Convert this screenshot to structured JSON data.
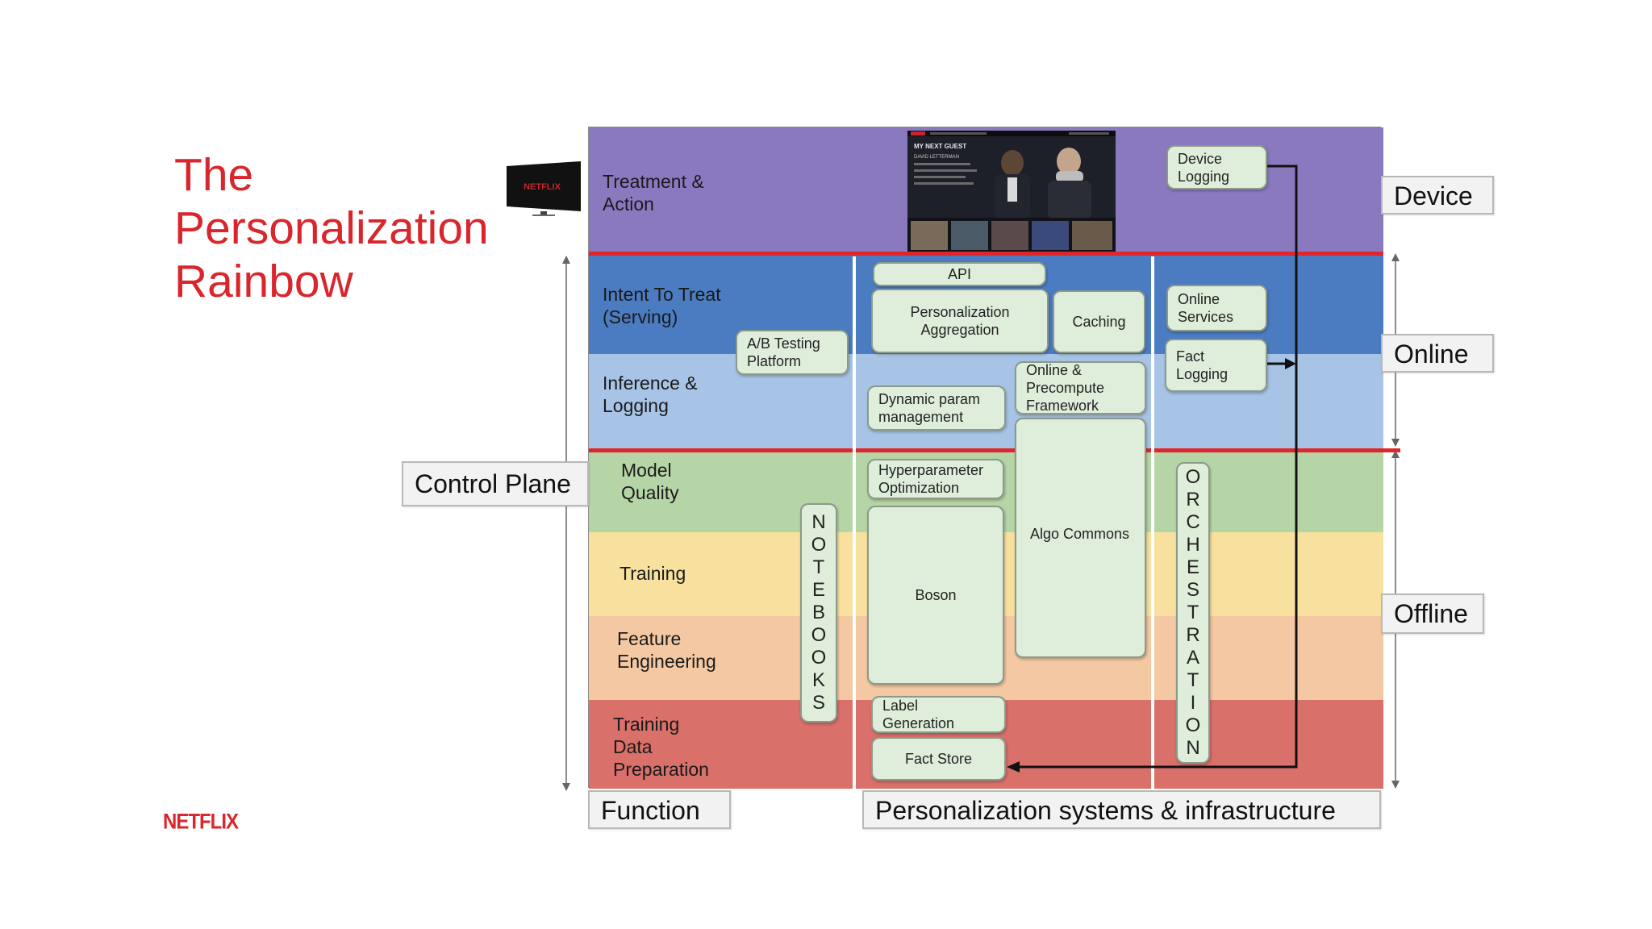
{
  "title": "The\nPersonalization\nRainbow",
  "footer_logo": "NETFLIX",
  "tv_logo": "NETFLIX",
  "colors": {
    "brand_red": "#d9262c",
    "device_band": "#8b79c0",
    "serving_band": "#4b7cc2",
    "inference_band": "#a7c4e6",
    "model_quality_band": "#b6d5a6",
    "training_band": "#f8e19e",
    "feature_band": "#f4c8a2",
    "data_prep_band": "#d9706a",
    "box_fill": "#dfeedb"
  },
  "bands": {
    "treatment": "Treatment &\nAction",
    "intent": "Intent To Treat\n(Serving)",
    "inference": "Inference &\nLogging",
    "model_quality": "Model\nQuality",
    "training": "Training",
    "feature": "Feature\nEngineering",
    "data_prep": "Training\nData\nPreparation"
  },
  "boxes": {
    "device_logging": "Device\nLogging",
    "api": "API",
    "personalization_aggregation": "Personalization\nAggregation",
    "caching": "Caching",
    "online_services": "Online\nServices",
    "ab_testing": "A/B Testing\nPlatform",
    "fact_logging": "Fact\nLogging",
    "online_precompute": "Online &\nPrecompute\nFramework",
    "dynamic_param": "Dynamic param\nmanagement",
    "hyperparameter": "Hyperparameter\nOptimization",
    "algo_commons": "Algo Commons",
    "boson": "Boson",
    "label_generation": "Label\nGeneration",
    "fact_store": "Fact Store",
    "notebooks": [
      "N",
      "O",
      "T",
      "E",
      "B",
      "O",
      "O",
      "K",
      "S"
    ],
    "orchestration": [
      "O",
      "R",
      "C",
      "H",
      "E",
      "S",
      "T",
      "R",
      "A",
      "T",
      "I",
      "O",
      "N"
    ]
  },
  "tags": {
    "device": "Device",
    "online": "Online",
    "offline": "Offline",
    "control_plane": "Control Plane",
    "function": "Function",
    "systems": "Personalization systems & infrastructure"
  },
  "screenshot": {
    "header": "MY NEXT GUEST",
    "subheader": "DAVID LETTERMAN"
  }
}
